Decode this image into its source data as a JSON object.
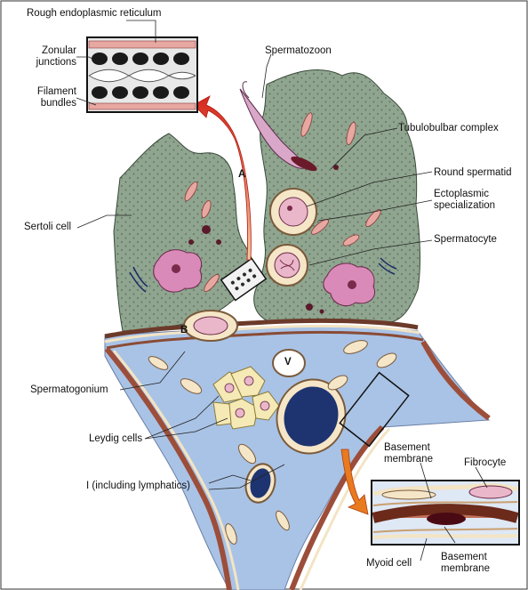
{
  "figure": {
    "labels": {
      "rough_er": "Rough endoplasmic reticulum",
      "zonular_junctions": "Zonular junctions",
      "filament_bundles": "Filament bundles",
      "spermatozoon": "Spermatozoon",
      "tubulobulbar_complex": "Tubulobulbar complex",
      "round_spermatid": "Round spermatid",
      "ectoplasmic_specialization": "Ectoplasmic specialization",
      "spermatocyte": "Spermatocyte",
      "sertoli_cell": "Sertoli cell",
      "spermatogonium": "Spermatogonium",
      "leydig_cells": "Leydig cells",
      "interstitium": "I (including lymphatics)",
      "basement_membrane_top": "Basement membrane",
      "fibrocyte": "Fibrocyte",
      "myoid_cell": "Myoid cell",
      "basement_membrane_bottom": "Basement membrane"
    },
    "letters": {
      "arrow_a": "A",
      "arrow_b": "B",
      "vessel": "V"
    },
    "colors": {
      "sertoli_cytoplasm": "#8fa58f",
      "interstitium": "#a9c3e6",
      "nucleus_pink": "#d98ab8",
      "leydig": "#f5e9b5",
      "vessel_dark": "#1e3470",
      "myoid": "#9c4e3a",
      "arrow_red": "#d6281c"
    }
  }
}
